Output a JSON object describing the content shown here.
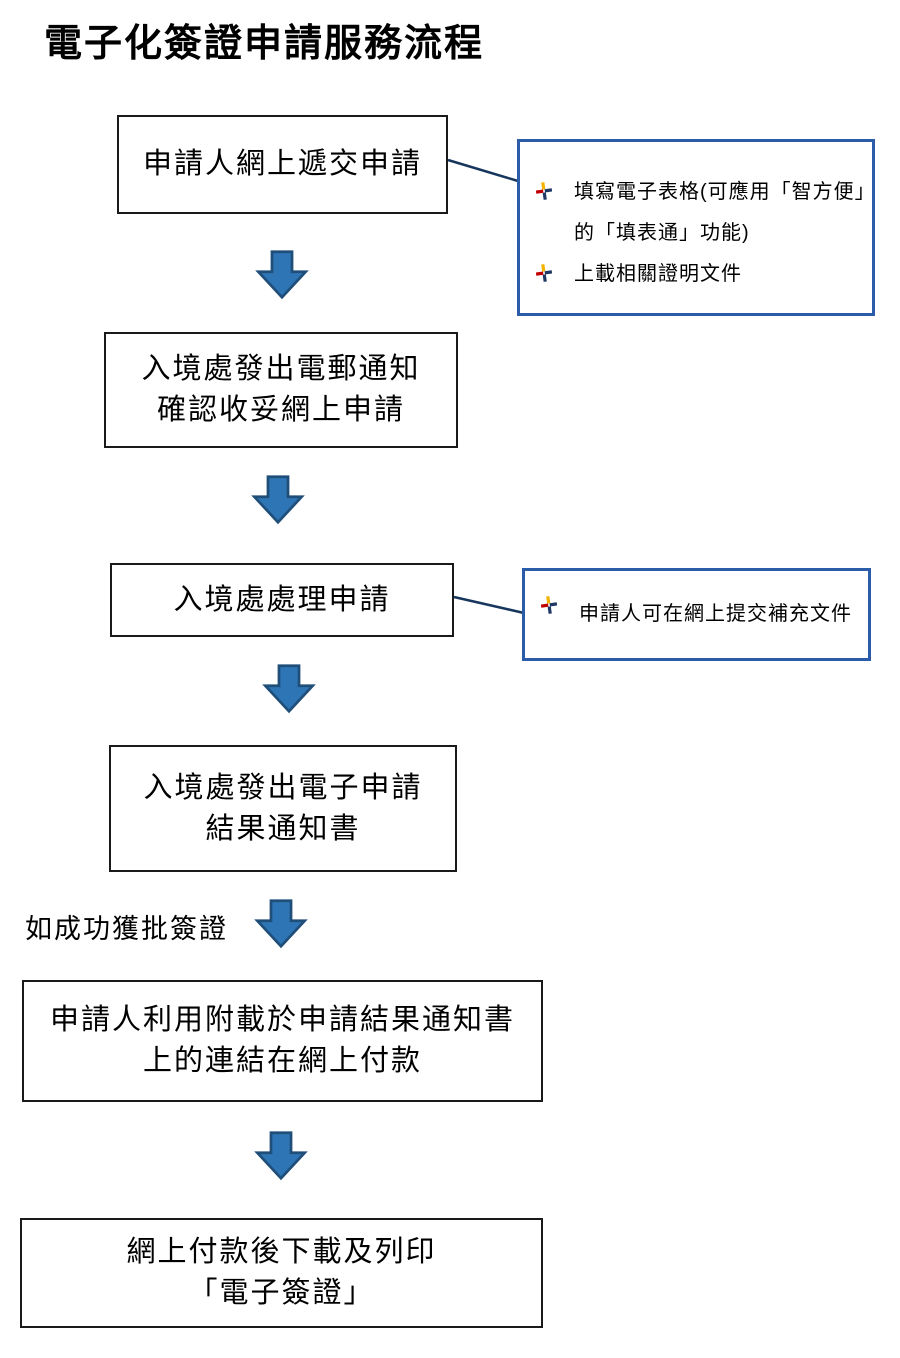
{
  "title": "電子化簽證申請服務流程",
  "branch_label": "如成功獲批簽證",
  "steps": [
    {
      "lines": [
        "申請人網上遞交申請"
      ]
    },
    {
      "lines": [
        "入境處發出電郵通知",
        "確認收妥網上申請"
      ]
    },
    {
      "lines": [
        "入境處處理申請"
      ]
    },
    {
      "lines": [
        "入境處發出電子申請",
        "結果通知書"
      ]
    },
    {
      "lines": [
        "申請人利用附載於申請結果通知書",
        "上的連結在網上付款"
      ]
    },
    {
      "lines": [
        "網上付款後下載及列印",
        "「電子簽證」"
      ]
    }
  ],
  "callouts": [
    {
      "items": [
        {
          "lines": [
            "填寫電子表格(可應用「智方便」",
            "的「填表通」功能)"
          ]
        },
        {
          "lines": [
            "上載相關證明文件"
          ]
        }
      ]
    },
    {
      "items": [
        {
          "lines": [
            "申請人可在網上提交補充文件"
          ]
        }
      ]
    }
  ],
  "icons": {
    "down_arrow": "block-down-arrow-icon",
    "bullet": "multicolor-plus-bullet-icon"
  },
  "colors": {
    "arrow_fill": "#2E75B6",
    "arrow_stroke": "#1F4E79",
    "callout_border": "#2A5CAA",
    "connector": "#17365D",
    "box_border": "#1A1A1A",
    "bullet_red": "#C00000",
    "bullet_yellow": "#F2B400",
    "bullet_navy": "#1F3864"
  }
}
